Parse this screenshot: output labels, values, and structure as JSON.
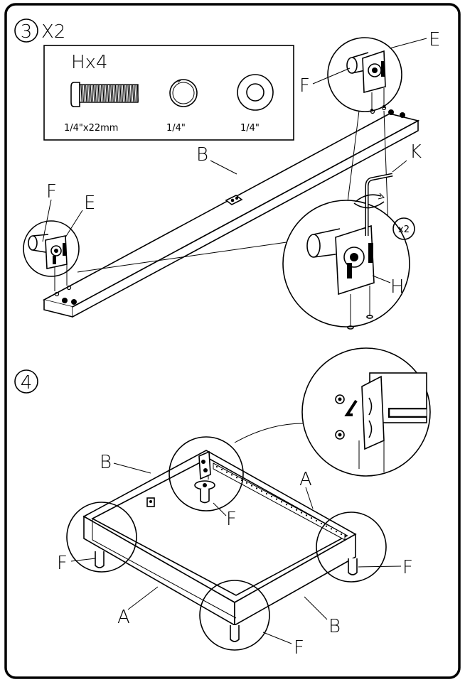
{
  "step3": {
    "number": "3",
    "multiplier": "X2",
    "parts_box": {
      "hardware_label": "Hx4",
      "bolt_size": "1/4\"x22mm",
      "lock_washer_size": "1/4\"",
      "flat_washer_size": "1/4\""
    },
    "labels": {
      "B": "B",
      "E_top": "E",
      "F_top": "F",
      "F_left": "F",
      "E_left": "E",
      "K": "K",
      "x2": "x2",
      "H": "H"
    }
  },
  "step4": {
    "number": "4",
    "labels": {
      "B_top": "B",
      "A_right": "A",
      "F_center": "F",
      "F_left": "F",
      "F_right": "F",
      "A_bottom": "A",
      "B_bottom": "B",
      "F_bottom": "F"
    }
  }
}
